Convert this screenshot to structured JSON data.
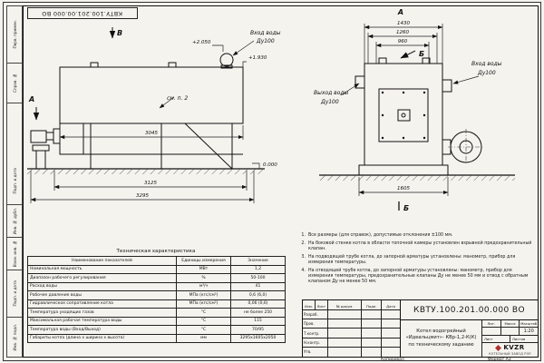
{
  "colors": {
    "logo_accent": "#b03030",
    "line": "#111111"
  },
  "page": {
    "copied_label": "Копировал",
    "format_label": "Формат А3"
  },
  "margins": {
    "top_code": "КВТУ.100.201.00.000 ВО",
    "left_labels": [
      "Перв. примен.",
      "Справ. №",
      "Подп. и дата",
      "Инв. № дубл.",
      "Взам. инв. №",
      "Подп. и дата",
      "Инв. № подл."
    ]
  },
  "side_view": {
    "view_label_top": "В",
    "section_label_left": "А",
    "note_ref": "см. п. 2",
    "inlet_line1": "Вход воды",
    "inlet_line2": "Ду100",
    "elev_top": "+2.050",
    "elev_mid": "+1.930",
    "elev_zero": "0.000",
    "dim_body": "3045",
    "dim_frame": "3125",
    "dim_total": "3295"
  },
  "front_view": {
    "view_label_top": "А",
    "arrow_label": "Б",
    "section_label_bottom": "Б",
    "outlet_line1": "Выход воды",
    "outlet_line2": "Ду100",
    "inlet_line1": "Вход воды",
    "inlet_line2": "Ду100",
    "dim_top": "1430",
    "dim_mid": "1260",
    "dim_inner": "960",
    "dim_bottom": "1605"
  },
  "tech_table": {
    "title": "Техническая характеристика",
    "headers": [
      "Наименование показателей",
      "Единицы измерения",
      "Значение"
    ],
    "rows": [
      [
        "Номинальная мощность",
        "МВт",
        "1,2"
      ],
      [
        "Диапазон рабочего регулирования",
        "%",
        "50-100"
      ],
      [
        "Расход воды",
        "м³/ч",
        "41"
      ],
      [
        "Рабочее давление воды",
        "МПа (кгс/см²)",
        "0,6 (6,0)"
      ],
      [
        "Гидравлическое сопротивление котла",
        "МПа (кгс/см²)",
        "0,06 (0,6)"
      ],
      [
        "Температура уходящих газов",
        "°С",
        "не более 250"
      ],
      [
        "Максимальная рабочая температура воды",
        "°С",
        "115"
      ],
      [
        "Температура воды (Вход/Выход)",
        "°С",
        "70/95"
      ],
      [
        "Габариты котла (длина x ширина x высота)",
        "мм",
        "3295х1605х2050"
      ]
    ]
  },
  "notes": {
    "items": [
      {
        "num": "1.",
        "text": "Все размеры (для справок), допустимые отклонения ±100 мм."
      },
      {
        "num": "2.",
        "text": "На боковой стенке котла в области топочной камеры установлен взрывной предохранительный клапан."
      },
      {
        "num": "3.",
        "text": "На подводящей трубе котла, до запорной арматуры установлены: манометр, прибор для измерения температуры."
      },
      {
        "num": "4.",
        "text": "На отводящей трубе котла, до запорной арматуры установлены: манометр, прибор для измерения температуры, предохранительные клапаны Ду не менее 50 мм и отвод с обратным клапаном Ду не менее 50 мм."
      }
    ]
  },
  "title_block": {
    "code": "КВТУ.100.201.00.000 ВО",
    "product_line1": "Котел водогрейный",
    "product_line2": "«Идеальцмит»- КВр-1,2-К(К)",
    "product_line3": "по техническому заданию",
    "header_cells": [
      "Изм.",
      "Лист",
      "№ докум.",
      "Подп.",
      "Дата"
    ],
    "roles": [
      "Разраб.",
      "Пров.",
      "Т.контр.",
      "Н.контр.",
      "Утв."
    ],
    "lit_label": "Лит.",
    "mass_label": "Масса",
    "scale_label": "Масштаб",
    "scale_value": "1:20",
    "sheet_label": "Лист",
    "sheets_label": "Листов",
    "company_logo": "KVZR",
    "company_name": "КОТЕЛЬНЫЙ ЗАВОД РЭП"
  }
}
